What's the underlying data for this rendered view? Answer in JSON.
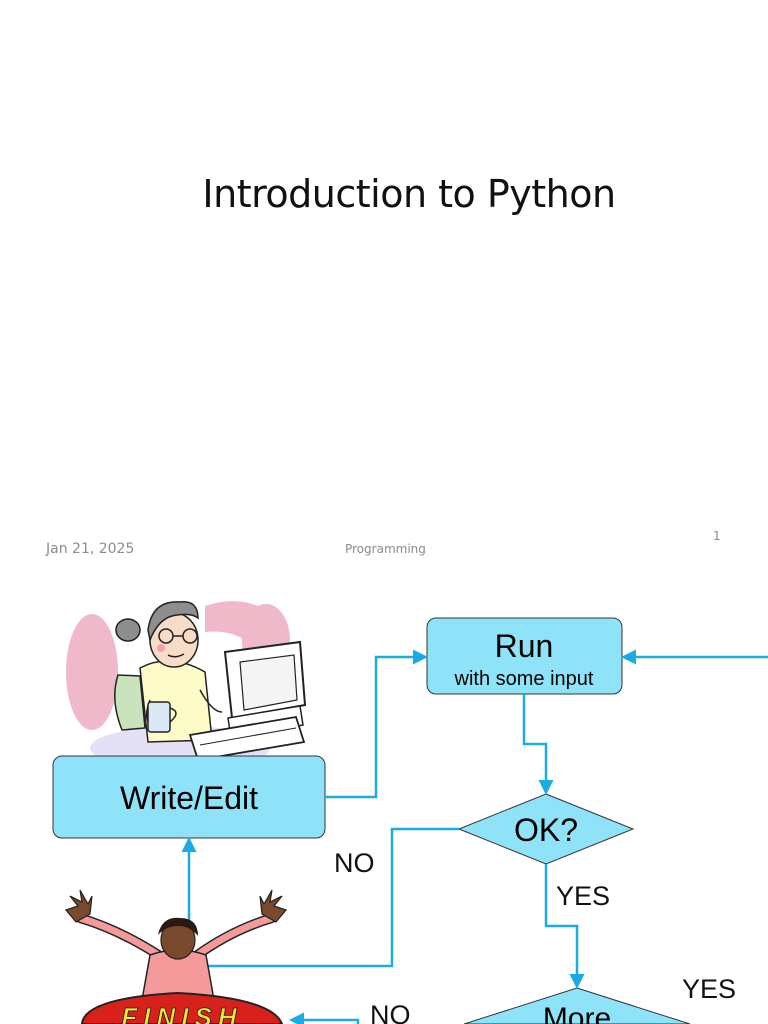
{
  "slide": {
    "title": "Introduction to Python",
    "footer_date": "Jan 21, 2025",
    "footer_center": "Programming",
    "page_number": "1"
  },
  "flowchart": {
    "write_edit": "Write/Edit",
    "run": "Run",
    "run_sub": "with some input",
    "ok": "OK?",
    "more": "More",
    "label_no_1": "NO",
    "label_yes_1": "YES",
    "label_yes_2": "YES",
    "label_no_2": "NO",
    "finish": "FINISH"
  },
  "colors": {
    "box_fill": "#8fe3f9",
    "arrow": "#1aabe6",
    "finish_red": "#d9211c",
    "finish_text": "#f6e43a"
  }
}
